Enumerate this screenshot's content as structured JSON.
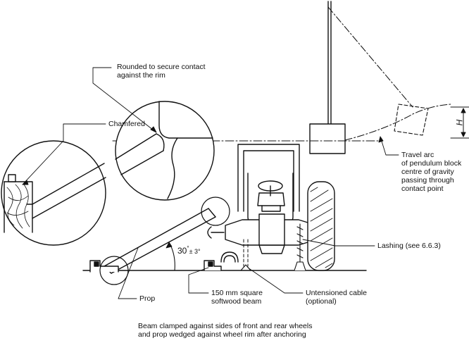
{
  "labels": {
    "rounded": [
      "Rounded to secure contact",
      "against the rim"
    ],
    "chamfered": "Chamfered",
    "travel_arc": [
      "Travel arc",
      "of pendulum block",
      "centre of gravity",
      "passing through",
      "contact point"
    ],
    "h_dim": "H",
    "lashing": "Lashing (see 6.6.3)",
    "angle": {
      "value": "30",
      "unit": "°",
      "tolerance": "± 3°"
    },
    "prop": "Prop",
    "beam": [
      "150 mm square",
      "softwood beam"
    ],
    "cable": [
      "Untensioned cable",
      "(optional)"
    ]
  },
  "caption": [
    "Beam clamped against sides of front and rear wheels",
    "and prop wedged against wheel rim after anchoring"
  ]
}
